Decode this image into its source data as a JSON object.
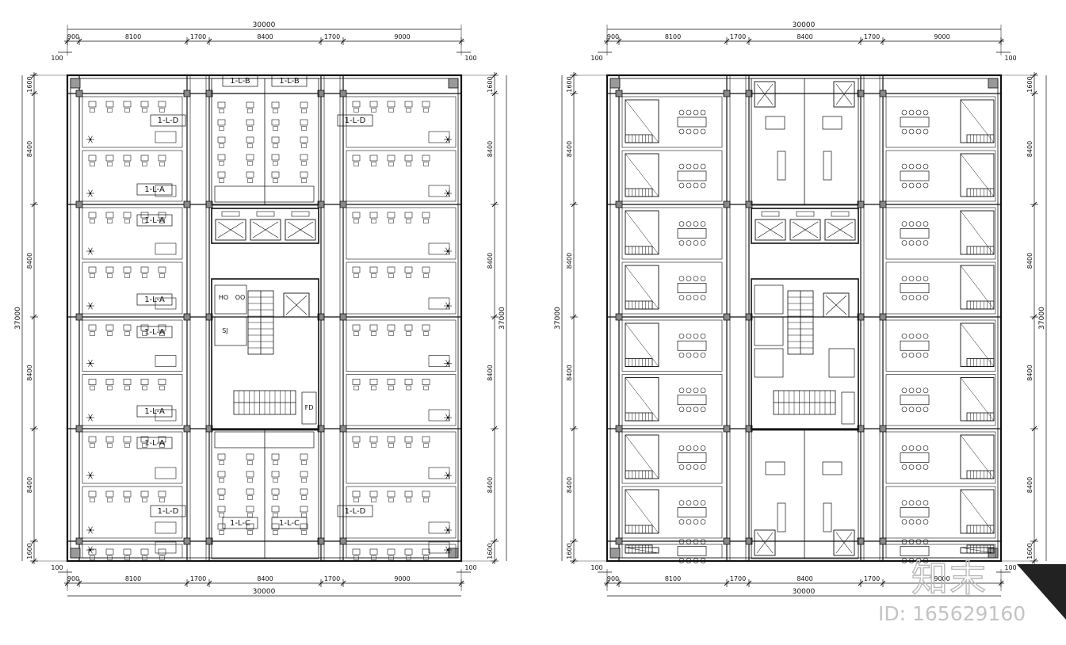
{
  "plans": [
    {
      "name": "left-plan",
      "dims": {
        "total_width": "30000",
        "columns": [
          "900",
          "8100",
          "1700",
          "8400",
          "1700",
          "9000"
        ],
        "edge": "100",
        "total_height": "37000",
        "rows_left": [
          "1600",
          "8400",
          "8400",
          "8400",
          "8400",
          "1600"
        ],
        "rows_right": [
          "1600",
          "8400",
          "8400",
          "8400",
          "8400",
          "1600"
        ]
      },
      "unit_tags": [
        "1-L-D",
        "1-L-B",
        "1-L-B",
        "1-L-D",
        "1-L-A",
        "1-L-A",
        "1-L-A",
        "1-L-A",
        "1-L-A",
        "1-L-A",
        "1-L-D",
        "1-L-C",
        "1-L-C",
        "1-L-D"
      ],
      "core_labels": [
        "HO",
        "OO",
        "SJ",
        "FD"
      ]
    },
    {
      "name": "right-plan",
      "dims": {
        "total_width": "30000",
        "columns": [
          "900",
          "8100",
          "1700",
          "8400",
          "1700",
          "9000"
        ],
        "edge": "100",
        "total_height": "37000",
        "rows_left": [
          "1600",
          "8400",
          "8400",
          "8400",
          "8400",
          "1600"
        ],
        "rows_right": [
          "1600",
          "8400",
          "8400",
          "8400",
          "8400",
          "1600"
        ]
      },
      "unit_tags": [],
      "core_labels": []
    }
  ],
  "watermark": {
    "logo": "知末",
    "id": "ID: 165629160"
  }
}
